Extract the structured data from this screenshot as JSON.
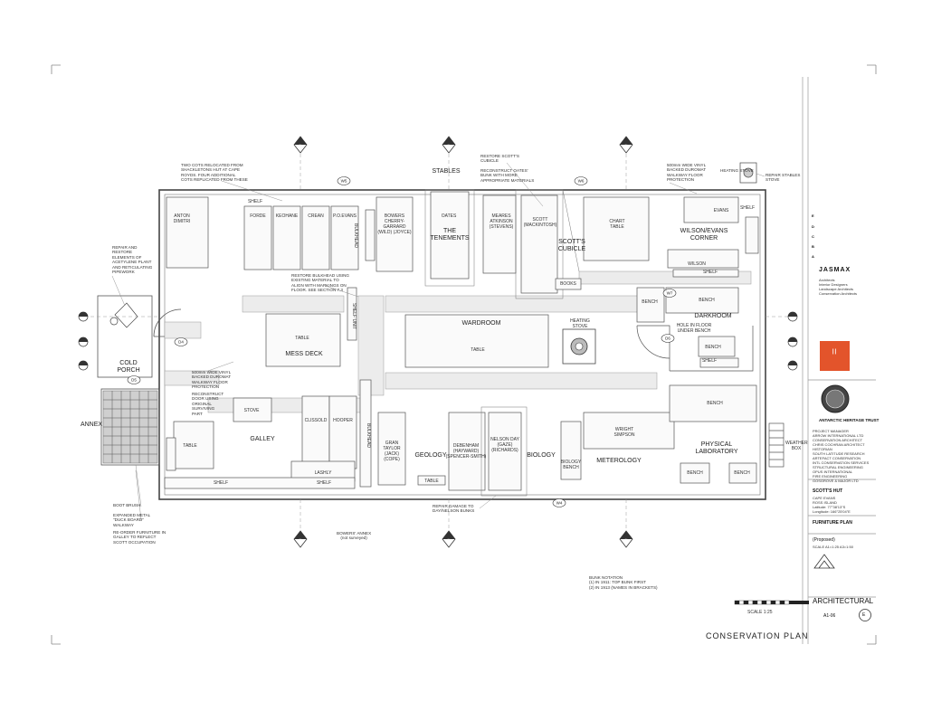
{
  "sheet": {
    "title": "CONSERVATION PLAN",
    "scale_label": "SCALE 1:25",
    "north_markers": [
      "N",
      "N",
      "N",
      "N",
      "N",
      "N"
    ],
    "section_markers": [
      "W5",
      "W6",
      "W7",
      "W4",
      "D4",
      "D5",
      "D6"
    ]
  },
  "rooms": {
    "stables": "STABLES",
    "tenements": "THE TENEMENTS",
    "scotts_cubicle": "SCOTT'S CUBICLE",
    "wilson_evans_corner": "WILSON/EVANS CORNER",
    "darkroom": "DARKROOM",
    "wardroom": "WARDROOM",
    "mess_deck": "MESS DECK",
    "galley": "GALLEY",
    "cold_porch": "COLD PORCH",
    "annex": "ANNEX",
    "geology": "GEOLOGY",
    "biology": "BIOLOGY",
    "meteorology": "METEROLOGY",
    "physical_laboratory": "PHYSICAL LABORATORY",
    "weather_box": "WEATHER BOX"
  },
  "furniture": {
    "anton_dimitri": "ANTON DIMITRI",
    "forde": "FORDE",
    "keohane": "KEOHANE",
    "crean": "CREAN",
    "po_evans": "P.O.EVANS",
    "bowers": "BOWERS CHERRY-GARRARD (WILD) (JOYCE)",
    "oates": "OATES",
    "meares": "MEARES ATKINSON (STEVENS)",
    "scott": "SCOTT (MACKINTOSH)",
    "chart_table": "CHART TABLE",
    "evans": "EVANS",
    "wilson": "WILSON",
    "shelf": "SHELF",
    "bench": "BENCH",
    "books": "BOOKS",
    "table": "TABLE",
    "heating_stove": "HEATING STOVE",
    "stove": "STOVE",
    "clissold": "CLISSOLD",
    "hooper": "HOOPER",
    "lashly": "LASHLY",
    "bulkhead": "BULKHEAD",
    "shelf_unit": "SHELF UNIT",
    "gran": "GRAN TAYLOR (JACK) (COPE)",
    "debenham": "DEBENHAM (HAYWARD) (SPENCER-SMITH)",
    "nelson": "NELSON DAY (GAZE) (RICHARDS)",
    "biology_bench": "BIOLOGY BENCH",
    "wright": "WRIGHT SIMPSON",
    "hole_in_floor": "HOLE IN FLOOR UNDER BENCH"
  },
  "notes": {
    "two_cots": "TWO COTS RELOCATED FROM\nSHACKLETONS HUT AT CAPE\nROYDS. FOUR ADDITIONAL\nCOTS REPLICATED FROM THESE",
    "restore_scott": "RESTORE SCOTT'S\nCUBICLE",
    "reconstruct_oates": "RECONSTRUCT OATES'\nBUNK WITH MORE\nAPPROPRIATE MATERIALS",
    "vinyl_top": "500mm WIDE VINYL\nBACKED DUROMAT\nWALKWAY FLOOR\nPROTECTION",
    "repair_stables": "REPAIR STABLES\nSTOVE",
    "repair_elements": "REPAIR AND\nRESTORE\nELEMENTS OF\nACETYLENE PLANT\nAND RETICULATING\nPIPEWORK",
    "restore_bulkhead": "RESTORE BULKHEAD USING\nEXISTING MATERIAL TO\nALIGN WITH MARKINGS ON\nFLOOR. SEE SECTION 7.3",
    "vinyl_left": "500mm WIDE VINYL\nBACKED DUROMAT\nWALKWAY FLOOR\nPROTECTION",
    "reconstruct_door": "RECONSTRUCT\nDOOR USING\nORIGINAL\nSURVIVING\nPART",
    "boot_brush": "BOOT BRUSH",
    "expanded_metal": "EXPANDED METAL\n\"DUCK BOARD\"\nWALKWAY",
    "reorder_furniture": "RE-ORDER FURNITURE IN\nGALLEY TO REFLECT\nSCOTT OCCUPATION",
    "repair_damage": "REPAIR DAMAGE TO\nDAY/NELSON BUNKS",
    "bowers_annex": "BOWERS' ANNEX\n(not surveyed)",
    "bunk_notation": "BUNK NOTATION\n(1) IN 1911: TOP BUNK FIRST\n(2) IN 1913 (NAMES IN BRACKETS)"
  },
  "title_block": {
    "firm": "JASMAX",
    "firm_services": "Architects\nInterior Designers\nLandscape Architects\nConservation Architects",
    "client": "ANTARCTIC HERITAGE TRUST",
    "consultants": "PROJECT MANAGER\nARROW INTERNATIONAL LTD\nCONSERVATION ARCHITECT\nCHRIS COCHRAN ARCHITECT\nHISTORIAN\nSOUTH LATITUDE RESEARCH\nARTEFACT CONSERVATION\nINTL CONSERVATION SERVICES\nSTRUCTURAL ENGINEERING\nOPUS INTERNATIONAL\nFIRE ENGINEERING\nGOSGROVE & MAJOR LTD",
    "project": "SCOTT'S HUT",
    "location": "CAPE EVANS\nROSS ISLAND\nLatitude: 77°38'13\"S\nLongitude: 166°25'04\"E",
    "drawing_title": "FURNITURE PLAN",
    "status": "(Proposed)",
    "scale": "SCALE   A1=1:25   A3=1:50",
    "discipline": "ARCHITECTURAL",
    "drawing_number": "A1-06",
    "revision": "E",
    "revision_letters": [
      "E",
      "D",
      "C",
      "B",
      "A"
    ]
  }
}
